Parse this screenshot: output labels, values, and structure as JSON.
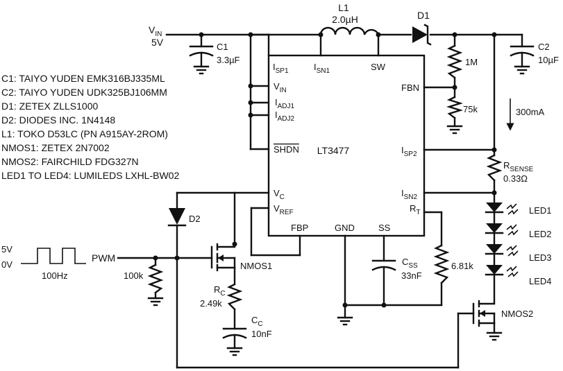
{
  "supply": {
    "vin_name": "V",
    "vin_sub": "IN",
    "vin_value": "5V"
  },
  "components": {
    "c1": {
      "name": "C1",
      "value": "3.3µF"
    },
    "c2": {
      "name": "C2",
      "value": "10µF"
    },
    "l1": {
      "name": "L1",
      "value": "2.0µH"
    },
    "d1": {
      "name": "D1"
    },
    "d2": {
      "name": "D2"
    },
    "r_top": {
      "value": "1M"
    },
    "r_bot": {
      "value": "75k"
    },
    "current": {
      "value": "300mA"
    },
    "rsense": {
      "name": "R",
      "sub": "SENSE",
      "value": "0.33Ω"
    },
    "leds": [
      "LED1",
      "LED2",
      "LED3",
      "LED4"
    ],
    "nmos1": {
      "name": "NMOS1"
    },
    "nmos2": {
      "name": "NMOS2"
    },
    "r100k": {
      "value": "100k"
    },
    "rc": {
      "name": "R",
      "sub": "C",
      "value": "2.49k"
    },
    "cc": {
      "name": "C",
      "sub": "C",
      "value": "10nF"
    },
    "css": {
      "name": "C",
      "sub": "SS",
      "value": "33nF"
    },
    "rt": {
      "value": "6.81k"
    }
  },
  "ic": {
    "name": "LT3477",
    "pins": {
      "isp1": {
        "main": "I",
        "sub": "SP1"
      },
      "isn1": {
        "main": "I",
        "sub": "SN1"
      },
      "sw": {
        "main": "SW"
      },
      "vin": {
        "main": "V",
        "sub": "IN"
      },
      "iadj1": {
        "main": "I",
        "sub": "ADJ1"
      },
      "iadj2": {
        "main": "I",
        "sub": "ADJ2"
      },
      "shdn": {
        "main": "SHDN"
      },
      "vc": {
        "main": "V",
        "sub": "C"
      },
      "vref": {
        "main": "V",
        "sub": "REF"
      },
      "fbp": {
        "main": "FBP"
      },
      "gnd": {
        "main": "GND"
      },
      "ss": {
        "main": "SS"
      },
      "fbn": {
        "main": "FBN"
      },
      "isp2": {
        "main": "I",
        "sub": "SP2"
      },
      "isn2": {
        "main": "I",
        "sub": "SN2"
      },
      "rt": {
        "main": "R",
        "sub": "T"
      }
    }
  },
  "pwm": {
    "label": "PWM",
    "high": "5V",
    "low": "0V",
    "freq": "100Hz"
  },
  "bom": [
    "C1: TAIYO YUDEN EMK316BJ335ML",
    "C2: TAIYO YUDEN UDK325BJ106MM",
    "D1: ZETEX ZLLS1000",
    "D2: DIODES INC. 1N4148",
    "L1: TOKO D53LC (PN A915AY-2ROM)",
    "NMOS1: ZETEX 2N7002",
    "NMOS2: FAIRCHILD FDG327N",
    "LED1 TO LED4: LUMILEDS LXHL-BW02"
  ]
}
